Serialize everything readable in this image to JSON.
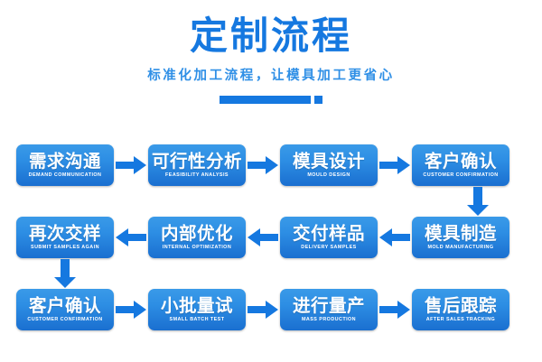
{
  "header": {
    "title": "定制流程",
    "subtitle": "标准化加工流程，让模具加工更省心",
    "accent_color": "#1578e0",
    "subtitle_color": "#2f8fe6",
    "divider_icon": "divider-bar-and-dot"
  },
  "flow": {
    "node_gradient_top": "#3a9ae8",
    "node_gradient_bottom": "#1a6fd0",
    "arrow_color": "#1578e0",
    "rows": [
      {
        "direction": "left-to-right",
        "arrow_icon": "arrow-right-icon",
        "nodes": [
          {
            "cn": "需求沟通",
            "en": "DEMAND COMMUNICATION"
          },
          {
            "cn": "可行性分析",
            "en": "FEASIBILITY ANALYSIS"
          },
          {
            "cn": "模具设计",
            "en": "MOULD DESIGN"
          },
          {
            "cn": "客户确认",
            "en": "CUSTOMER CONFIRMATION"
          }
        ]
      },
      {
        "direction": "right-to-left",
        "arrow_icon": "arrow-left-icon",
        "nodes": [
          {
            "cn": "再次交样",
            "en": "SUBMIT SAMPLES AGAIN"
          },
          {
            "cn": "内部优化",
            "en": "INTERNAL OPTIMIZATION"
          },
          {
            "cn": "交付样品",
            "en": "DELIVERY SAMPLES"
          },
          {
            "cn": "模具制造",
            "en": "MOLD MANUFACTURING"
          }
        ]
      },
      {
        "direction": "left-to-right",
        "arrow_icon": "arrow-right-icon",
        "nodes": [
          {
            "cn": "客户确认",
            "en": "CUSTOMER CONFIRMATION"
          },
          {
            "cn": "小批量试",
            "en": "SMALL BATCH TEST"
          },
          {
            "cn": "进行量产",
            "en": "MASS PRODUCTION"
          },
          {
            "cn": "售后跟踪",
            "en": "AFTER SALES TRACKING"
          }
        ]
      }
    ],
    "connectors": [
      {
        "icon": "arrow-down-icon",
        "side": "right",
        "from_row": 0,
        "to_row": 1
      },
      {
        "icon": "arrow-down-icon",
        "side": "left",
        "from_row": 1,
        "to_row": 2
      }
    ]
  }
}
